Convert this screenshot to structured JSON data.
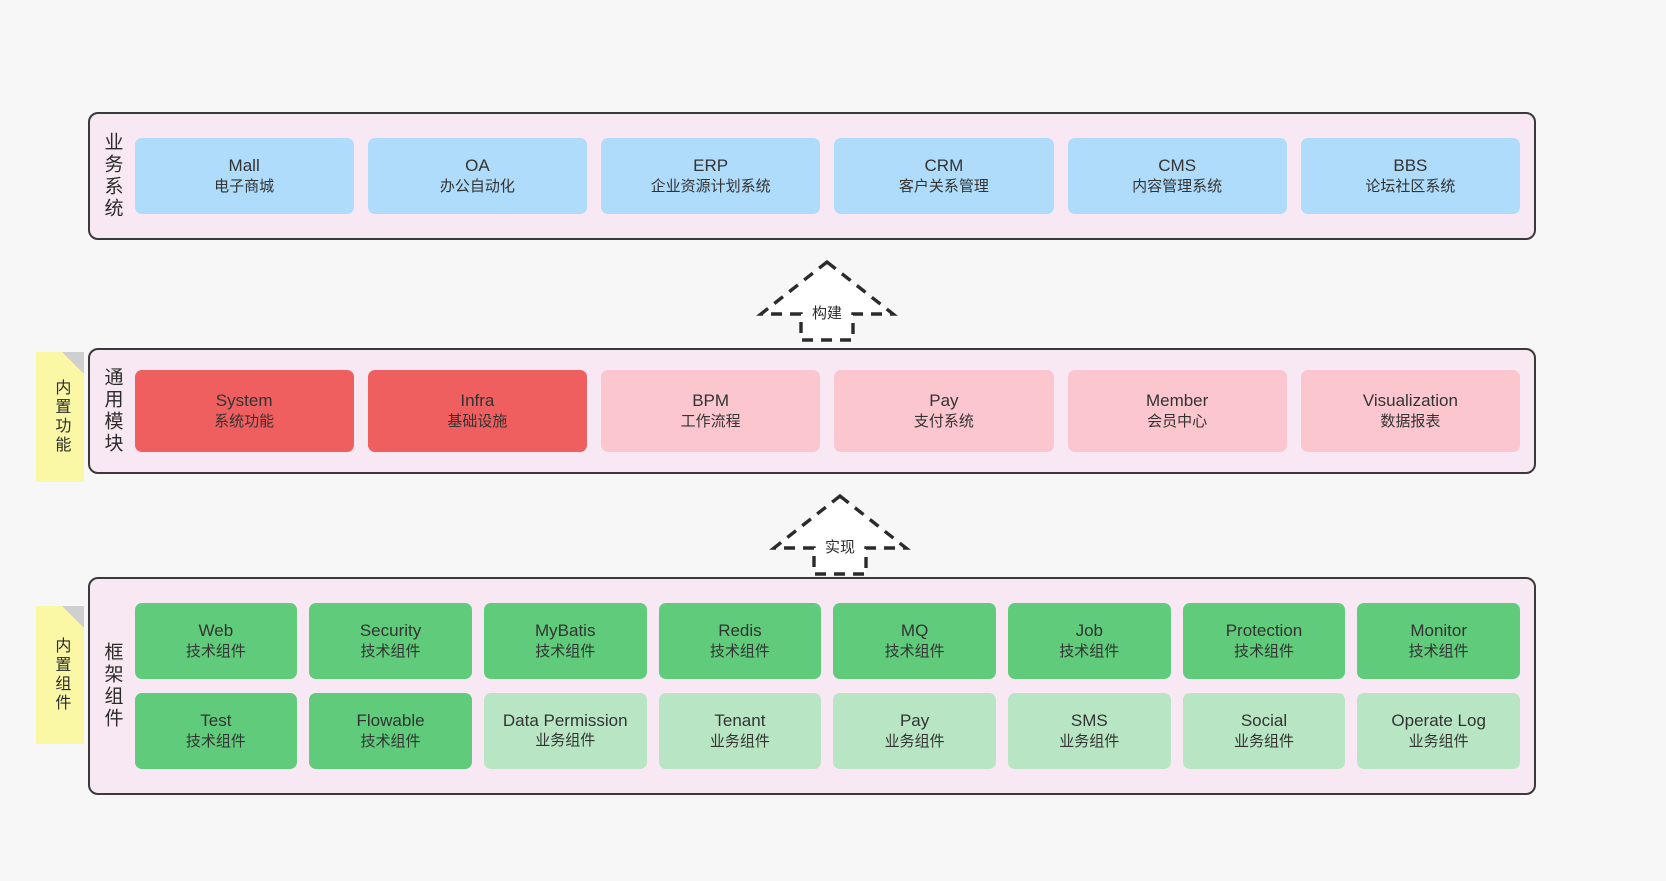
{
  "diagram": {
    "background_color": "#f7f7f7",
    "layer_fill": "#f8e8f3",
    "layer_border": "#3a3a3a"
  },
  "layers": [
    {
      "id": "business-system",
      "title": "业务系统",
      "card_color": "#aedcfa",
      "cards": [
        {
          "en": "Mall",
          "cn": "电子商城"
        },
        {
          "en": "OA",
          "cn": "办公自动化"
        },
        {
          "en": "ERP",
          "cn": "企业资源计划系统"
        },
        {
          "en": "CRM",
          "cn": "客户关系管理"
        },
        {
          "en": "CMS",
          "cn": "内容管理系统"
        },
        {
          "en": "BBS",
          "cn": "论坛社区系统"
        }
      ]
    },
    {
      "id": "common-module",
      "title": "通用模块",
      "note": "内置功能",
      "card_color_strong": "#ef5f60",
      "card_color_light": "#fbc6cd",
      "cards": [
        {
          "en": "System",
          "cn": "系统功能",
          "variant": "strong"
        },
        {
          "en": "Infra",
          "cn": "基础设施",
          "variant": "strong"
        },
        {
          "en": "BPM",
          "cn": "工作流程",
          "variant": "light"
        },
        {
          "en": "Pay",
          "cn": "支付系统",
          "variant": "light"
        },
        {
          "en": "Member",
          "cn": "会员中心",
          "variant": "light"
        },
        {
          "en": "Visualization",
          "cn": "数据报表",
          "variant": "light"
        }
      ]
    },
    {
      "id": "framework-component",
      "title": "框架组件",
      "note": "内置组件",
      "card_color_tech": "#5fcb7b",
      "card_color_biz": "#b8e6c4",
      "rows": [
        [
          {
            "en": "Web",
            "cn": "技术组件",
            "variant": "tech"
          },
          {
            "en": "Security",
            "cn": "技术组件",
            "variant": "tech"
          },
          {
            "en": "MyBatis",
            "cn": "技术组件",
            "variant": "tech"
          },
          {
            "en": "Redis",
            "cn": "技术组件",
            "variant": "tech"
          },
          {
            "en": "MQ",
            "cn": "技术组件",
            "variant": "tech"
          },
          {
            "en": "Job",
            "cn": "技术组件",
            "variant": "tech"
          },
          {
            "en": "Protection",
            "cn": "技术组件",
            "variant": "tech"
          },
          {
            "en": "Monitor",
            "cn": "技术组件",
            "variant": "tech"
          }
        ],
        [
          {
            "en": "Test",
            "cn": "技术组件",
            "variant": "tech"
          },
          {
            "en": "Flowable",
            "cn": "技术组件",
            "variant": "tech"
          },
          {
            "en": "Data Permission",
            "cn": "业务组件",
            "variant": "biz",
            "wrap": true
          },
          {
            "en": "Tenant",
            "cn": "业务组件",
            "variant": "biz"
          },
          {
            "en": "Pay",
            "cn": "业务组件",
            "variant": "biz"
          },
          {
            "en": "SMS",
            "cn": "业务组件",
            "variant": "biz"
          },
          {
            "en": "Social",
            "cn": "业务组件",
            "variant": "biz"
          },
          {
            "en": "Operate Log",
            "cn": "业务组件",
            "variant": "biz"
          }
        ]
      ]
    }
  ],
  "arrows": [
    {
      "id": "arrow-build",
      "label": "构建"
    },
    {
      "id": "arrow-implement",
      "label": "实现"
    }
  ]
}
